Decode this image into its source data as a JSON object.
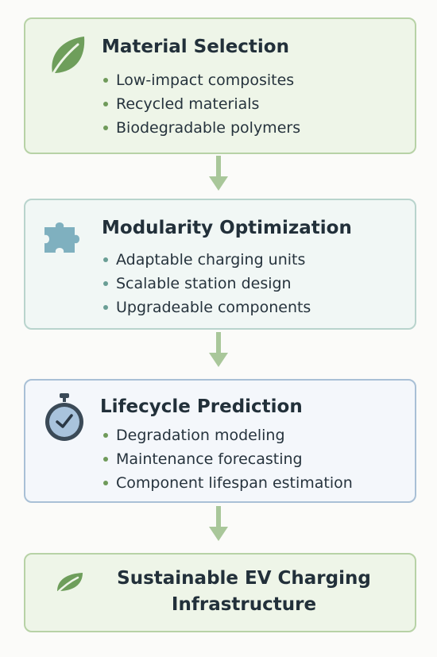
{
  "stages": [
    {
      "title": "Material Selection",
      "icon": "leaf-icon",
      "items": [
        "Low-impact composites",
        "Recycled materials",
        "Biodegradable polymers"
      ]
    },
    {
      "title": "Modularity Optimization",
      "icon": "puzzle-piece-icon",
      "items": [
        "Adaptable charging units",
        "Scalable station design",
        "Upgradeable components"
      ]
    },
    {
      "title": "Lifecycle Prediction",
      "icon": "stopwatch-icon",
      "items": [
        "Degradation modeling",
        "Maintenance forecasting",
        "Component lifespan estimation"
      ]
    }
  ],
  "outcome": {
    "title_line1": "Sustainable EV Charging",
    "title_line2": "Infrastructure",
    "icon": "leaf-icon"
  },
  "colors": {
    "green_border": "#b7d2a6",
    "green_fill": "#eef5e8",
    "teal_border": "#b9d4cd",
    "blue_border": "#a9c0d6",
    "arrow": "#a9c79a",
    "leaf": "#6e9e5b",
    "puzzle": "#7fb0bf",
    "stopwatch": "#3b4a57"
  }
}
